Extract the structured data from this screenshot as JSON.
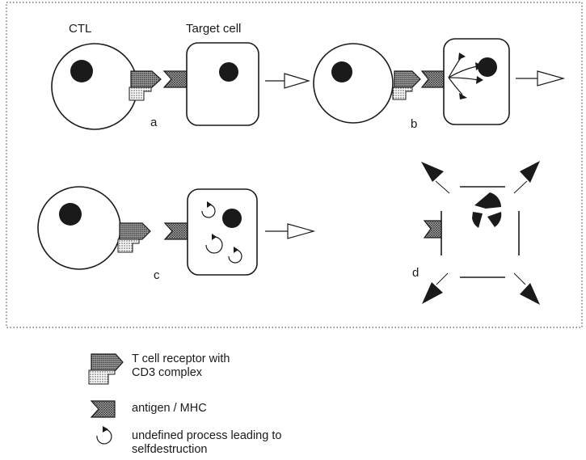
{
  "labels": {
    "ctl": "CTL",
    "target_cell": "Target cell",
    "a": "a",
    "b": "b",
    "c": "c",
    "d": "d"
  },
  "legend": [
    {
      "icon": "t-cell-receptor-cd3-icon",
      "text_line1": "T cell receptor with",
      "text_line2": "CD3 complex"
    },
    {
      "icon": "antigen-mhc-icon",
      "text_line1": "antigen / MHC"
    },
    {
      "icon": "circular-process-arrow-icon",
      "text_line1": "undefined process leading to",
      "text_line2": "selfdestruction"
    }
  ]
}
